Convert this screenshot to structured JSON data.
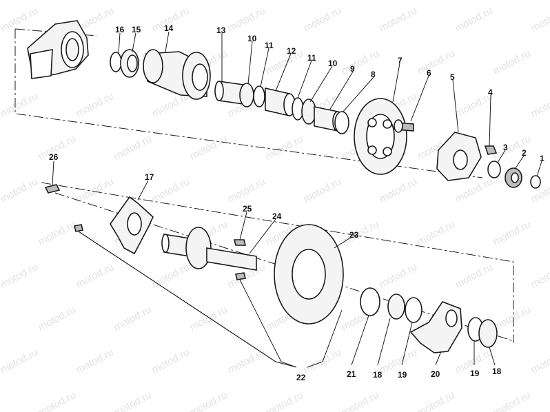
{
  "watermark_text": "motod.ru",
  "callouts": [
    {
      "label": "16",
      "name": "callout-16"
    },
    {
      "label": "15",
      "name": "callout-15"
    },
    {
      "label": "14",
      "name": "callout-14"
    },
    {
      "label": "13",
      "name": "callout-13"
    },
    {
      "label": "10",
      "name": "callout-10-upper"
    },
    {
      "label": "11",
      "name": "callout-11-upper"
    },
    {
      "label": "12",
      "name": "callout-12"
    },
    {
      "label": "11",
      "name": "callout-11-lower"
    },
    {
      "label": "10",
      "name": "callout-10-lower"
    },
    {
      "label": "9",
      "name": "callout-9"
    },
    {
      "label": "8",
      "name": "callout-8"
    },
    {
      "label": "7",
      "name": "callout-7"
    },
    {
      "label": "6",
      "name": "callout-6"
    },
    {
      "label": "5",
      "name": "callout-5"
    },
    {
      "label": "4",
      "name": "callout-4"
    },
    {
      "label": "3",
      "name": "callout-3"
    },
    {
      "label": "2",
      "name": "callout-2"
    },
    {
      "label": "1",
      "name": "callout-1"
    },
    {
      "label": "26",
      "name": "callout-26"
    },
    {
      "label": "17",
      "name": "callout-17"
    },
    {
      "label": "25",
      "name": "callout-25"
    },
    {
      "label": "24",
      "name": "callout-24"
    },
    {
      "label": "23",
      "name": "callout-23"
    },
    {
      "label": "22",
      "name": "callout-22"
    },
    {
      "label": "21",
      "name": "callout-21"
    },
    {
      "label": "18",
      "name": "callout-18-left"
    },
    {
      "label": "19",
      "name": "callout-19-left"
    },
    {
      "label": "20",
      "name": "callout-20"
    },
    {
      "label": "19",
      "name": "callout-19-right"
    },
    {
      "label": "18",
      "name": "callout-18-right"
    }
  ]
}
